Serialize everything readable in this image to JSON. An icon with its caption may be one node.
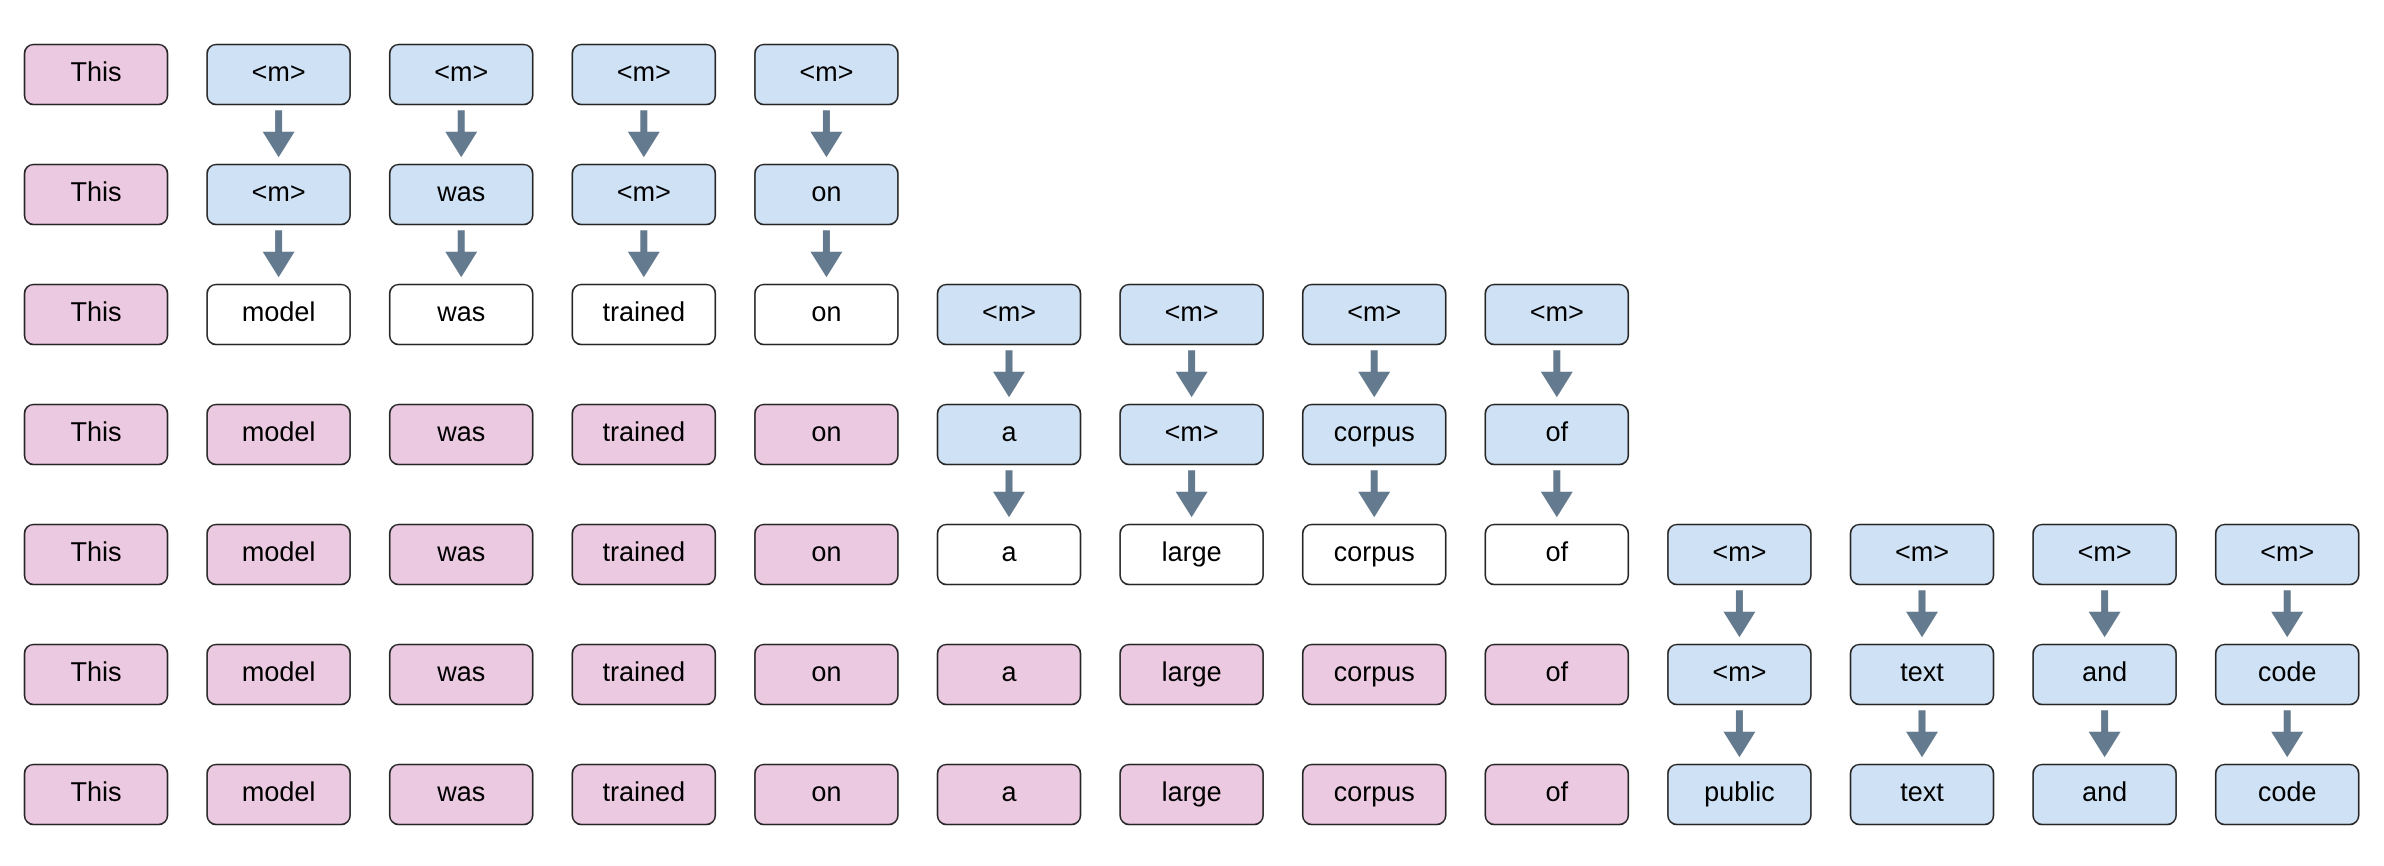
{
  "diagram": {
    "nodes": [
      {
        "text": [
          "This"
        ]
      },
      {
        "text": [
          "<m>"
        ]
      },
      {
        "text": [
          "<m>"
        ]
      },
      {
        "text": [
          "<m>"
        ]
      },
      {
        "text": [
          "<m>"
        ]
      },
      {
        "text": [
          "This"
        ]
      },
      {
        "text": [
          "<m>"
        ]
      },
      {
        "text": [
          "was"
        ]
      },
      {
        "text": [
          "<m>"
        ]
      },
      {
        "text": [
          "on"
        ]
      },
      {
        "text": [
          "This"
        ]
      },
      {
        "text": [
          "model"
        ]
      },
      {
        "text": [
          "was"
        ]
      },
      {
        "text": [
          "trained"
        ]
      },
      {
        "text": [
          "on"
        ]
      },
      {
        "text": [
          "<m>"
        ]
      },
      {
        "text": [
          "<m>"
        ]
      },
      {
        "text": [
          "<m>"
        ]
      },
      {
        "text": [
          "<m>"
        ]
      },
      {
        "text": [
          "This"
        ]
      },
      {
        "text": [
          "model"
        ]
      },
      {
        "text": [
          "was"
        ]
      },
      {
        "text": [
          "trained"
        ]
      },
      {
        "text": [
          "on"
        ]
      },
      {
        "text": [
          "a"
        ]
      },
      {
        "text": [
          "<m>"
        ]
      },
      {
        "text": [
          "corpus"
        ]
      },
      {
        "text": [
          "of"
        ]
      },
      {
        "text": [
          "This"
        ]
      },
      {
        "text": [
          "model"
        ]
      },
      {
        "text": [
          "was"
        ]
      },
      {
        "text": [
          "trained"
        ]
      },
      {
        "text": [
          "on"
        ]
      },
      {
        "text": [
          "a"
        ]
      },
      {
        "text": [
          "large"
        ]
      },
      {
        "text": [
          "corpus"
        ]
      },
      {
        "text": [
          "of"
        ]
      },
      {
        "text": [
          "<m>"
        ]
      },
      {
        "text": [
          "<m>"
        ]
      },
      {
        "text": [
          "<m>"
        ]
      },
      {
        "text": [
          "<m>"
        ]
      },
      {
        "text": [
          "This"
        ]
      },
      {
        "text": [
          "model"
        ]
      },
      {
        "text": [
          "was"
        ]
      },
      {
        "text": [
          "trained"
        ]
      },
      {
        "text": [
          "on"
        ]
      },
      {
        "text": [
          "a"
        ]
      },
      {
        "text": [
          "large"
        ]
      },
      {
        "text": [
          "corpus"
        ]
      },
      {
        "text": [
          "of"
        ]
      },
      {
        "text": [
          "<m>"
        ]
      },
      {
        "text": [
          "text"
        ]
      },
      {
        "text": [
          "and"
        ]
      },
      {
        "text": [
          "code"
        ]
      },
      {
        "text": [
          "This"
        ]
      },
      {
        "text": [
          "model"
        ]
      },
      {
        "text": [
          "was"
        ]
      },
      {
        "text": [
          "trained"
        ]
      },
      {
        "text": [
          "on"
        ]
      },
      {
        "text": [
          "a"
        ]
      },
      {
        "text": [
          "large"
        ]
      },
      {
        "text": [
          "corpus"
        ]
      },
      {
        "text": [
          "of"
        ]
      },
      {
        "text": [
          "public"
        ]
      },
      {
        "text": [
          "text"
        ]
      },
      {
        "text": [
          "and"
        ]
      },
      {
        "text": [
          "code"
        ]
      }
    ],
    "edges": [
      {
        "from": 1,
        "to": 6,
        "arrow": "to"
      },
      {
        "from": 2,
        "to": 7,
        "arrow": "to"
      },
      {
        "from": 3,
        "to": 8,
        "arrow": "to"
      },
      {
        "from": 4,
        "to": 9,
        "arrow": "to"
      },
      {
        "from": 6,
        "to": 11,
        "arrow": "to"
      },
      {
        "from": 7,
        "to": 12,
        "arrow": "to"
      },
      {
        "from": 8,
        "to": 13,
        "arrow": "to"
      },
      {
        "from": 9,
        "to": 14,
        "arrow": "to"
      },
      {
        "from": 15,
        "to": 24,
        "arrow": "to"
      },
      {
        "from": 16,
        "to": 25,
        "arrow": "to"
      },
      {
        "from": 17,
        "to": 26,
        "arrow": "to"
      },
      {
        "from": 18,
        "to": 27,
        "arrow": "to"
      },
      {
        "from": 24,
        "to": 33,
        "arrow": "to"
      },
      {
        "from": 25,
        "to": 34,
        "arrow": "to"
      },
      {
        "from": 26,
        "to": 35,
        "arrow": "to"
      },
      {
        "from": 27,
        "to": 36,
        "arrow": "to"
      },
      {
        "from": 37,
        "to": 50,
        "arrow": "to"
      },
      {
        "from": 38,
        "to": 51,
        "arrow": "to"
      },
      {
        "from": 39,
        "to": 52,
        "arrow": "to"
      },
      {
        "from": 40,
        "to": 53,
        "arrow": "to"
      },
      {
        "from": 50,
        "to": 63,
        "arrow": "to"
      },
      {
        "from": 51,
        "to": 64,
        "arrow": "to"
      },
      {
        "from": 52,
        "to": 65,
        "arrow": "to"
      },
      {
        "from": 53,
        "to": 66,
        "arrow": "to"
      }
    ]
  }
}
